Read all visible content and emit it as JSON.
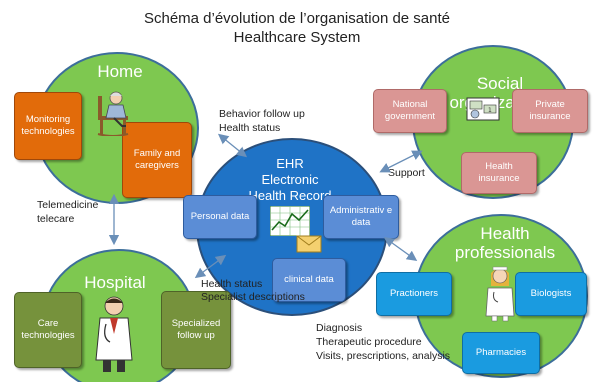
{
  "title": {
    "line1": "Schéma d’évolution de l’organisation de santé",
    "line2": "Healthcare System"
  },
  "home": {
    "title": "Home",
    "boxes": [
      "Monitoring technologies",
      "Family and caregivers"
    ]
  },
  "social": {
    "title_line1": "Social",
    "title_line2": "organizations",
    "boxes": [
      "National government",
      "Private insurance",
      "Health insurance"
    ]
  },
  "ehr": {
    "line1": "EHR",
    "line2": "Electronic",
    "line3": "Health Record",
    "boxes": [
      "Personal data",
      "Administrativ e data",
      "clinical data"
    ]
  },
  "hospital": {
    "title": "Hospital",
    "boxes": [
      "Care technologies",
      "Specialized follow up"
    ]
  },
  "professionals": {
    "title_line1": "Health",
    "title_line2": "professionals",
    "boxes": [
      "Practioners",
      "Biologists",
      "Pharmacies"
    ]
  },
  "labels": {
    "behavior1": "Behavior follow up",
    "behavior2": "Health status",
    "support": "Support",
    "tele1": "Telemedicine",
    "tele2": "telecare",
    "hs1": "Health status",
    "hs2": "Specialist descriptions",
    "diag1": "Diagnosis",
    "diag2": "Therapeutic procedure",
    "diag3": "Visits,  prescriptions, analysis"
  },
  "colors": {
    "circle_green": "#7ec850",
    "circle_blue": "#1f73c6",
    "home_boxes": "#e26b0a",
    "social_boxes": "#da9694",
    "hospital_boxes": "#76923c",
    "professional_boxes": "#1a9be0",
    "ehr_boxes": "#5b8dd6",
    "arrows": "#6a8fb8"
  },
  "icons": [
    "elderly-person-icon",
    "money-icon",
    "doctor-icon",
    "nurse-icon",
    "chart-icon",
    "envelope-icon"
  ]
}
